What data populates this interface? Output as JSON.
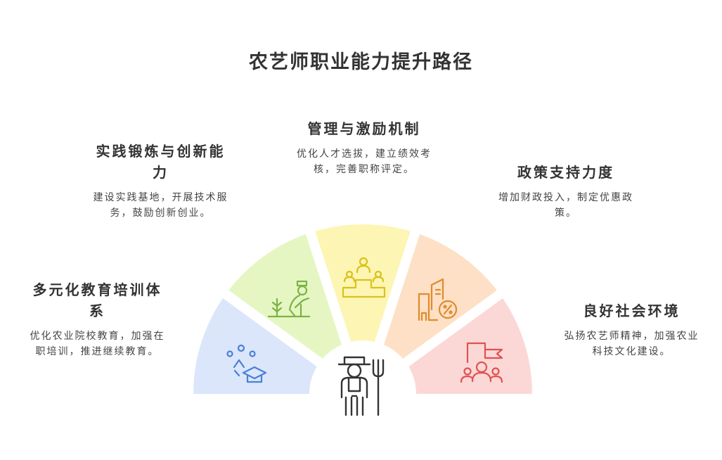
{
  "title": "农艺师职业能力提升路径",
  "sections": [
    {
      "title": "多元化教育培训体系",
      "desc": "优化农业院校教育，加强在职培训，推进继续教育。",
      "color": "#dbe6fb",
      "icon_color": "#4a7fd8",
      "icon": "education-icon"
    },
    {
      "title": "实践锻炼与创新能力",
      "desc": "建设实践基地，开展技术服务，鼓励创新创业。",
      "color": "#e5f6c3",
      "icon_color": "#7cb342",
      "icon": "farmer-planting-icon"
    },
    {
      "title": "管理与激励机制",
      "desc": "优化人才选拔，建立绩效考核，完善职称评定。",
      "color": "#fdf5b3",
      "icon_color": "#d9c21a",
      "icon": "podium-icon"
    },
    {
      "title": "政策支持力度",
      "desc": "增加财政投入，制定优惠政策。",
      "color": "#fde0c5",
      "icon_color": "#e08a2c",
      "icon": "buildings-percent-icon"
    },
    {
      "title": "良好社会环境",
      "desc": "弘扬农艺师精神，加强农业科技文化建设。",
      "color": "#fbd8d6",
      "icon_color": "#e05252",
      "icon": "community-flag-icon"
    }
  ],
  "center_icon": "farmer-pitchfork-icon"
}
